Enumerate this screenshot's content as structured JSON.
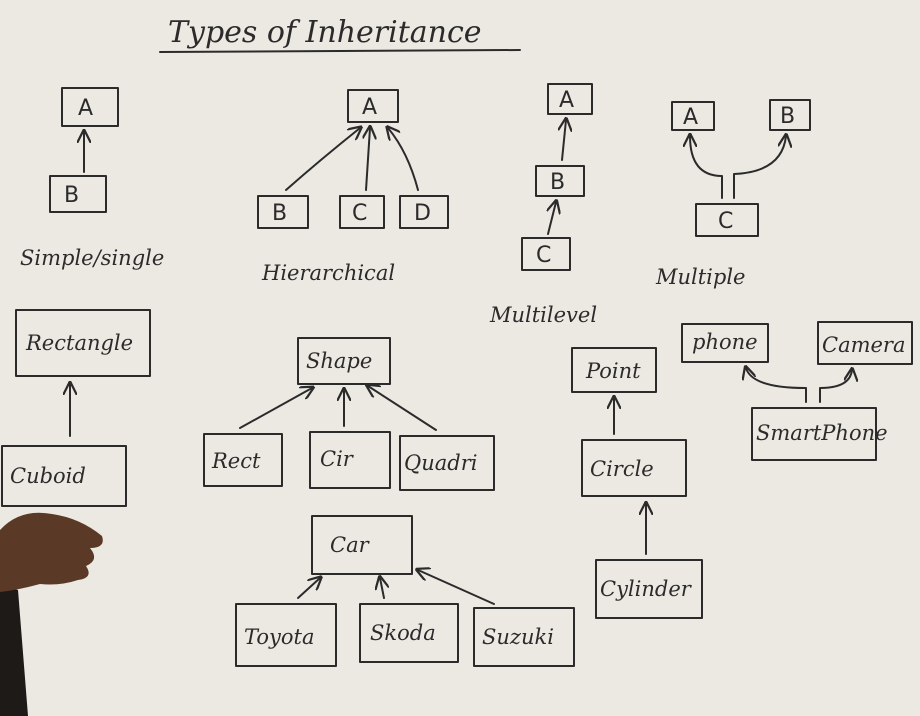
{
  "title": "Types of Inheritance",
  "types": {
    "single": "Simple/single",
    "hierarchical": "Hierarchical",
    "multilevel": "Multilevel",
    "multiple": "Multiple"
  },
  "nodes": {
    "single_a": "A",
    "single_b": "B",
    "hier_a": "A",
    "hier_b": "B",
    "hier_c": "C",
    "hier_d": "D",
    "multi_a": "A",
    "multi_b": "B",
    "multi_c": "C",
    "mult_a": "A",
    "mult_b": "B",
    "mult_c": "C",
    "rectangle": "Rectangle",
    "cuboid": "Cuboid",
    "shape": "Shape",
    "rect": "Rect",
    "cir": "Cir",
    "quadri": "Quadri",
    "car": "Car",
    "toyota": "Toyota",
    "skoda": "Skoda",
    "suzuki": "Suzuki",
    "point": "Point",
    "circle": "Circle",
    "cylinder": "Cylinder",
    "phone": "phone",
    "camera": "Camera",
    "smartphone": "SmartPhone"
  }
}
